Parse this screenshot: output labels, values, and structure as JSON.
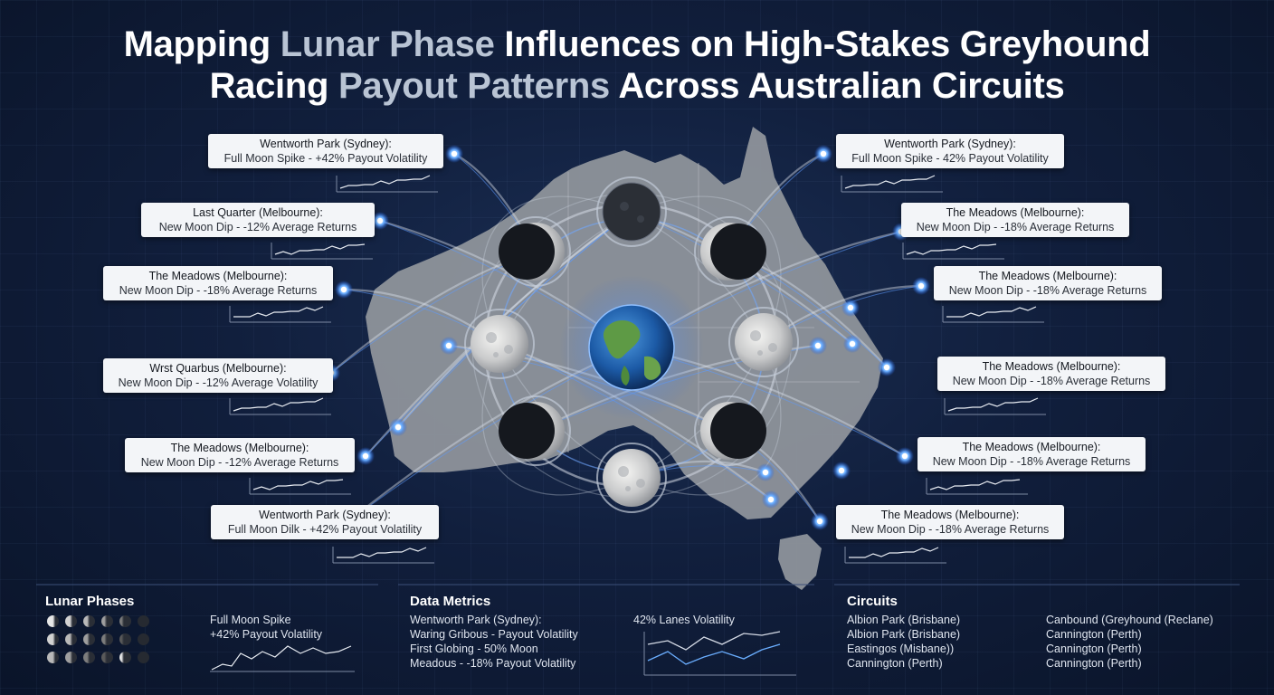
{
  "title": {
    "line1_a": "Mapping ",
    "line1_b": "Lunar Phase",
    "line1_c": " Influences on High-Stakes Greyhound",
    "line2_a": "Racing ",
    "line2_b": "Payout Patterns",
    "line2_c": " Across Australian Circuits"
  },
  "callouts_left": [
    {
      "line1": "Wentworth Park (Sydney):",
      "line2": "Full Moon Spike - +42% Payout Volatility"
    },
    {
      "line1": "Last Quarter (Melbourne):",
      "line2": "New Moon Dip - -12% Average Returns"
    },
    {
      "line1": "The Meadows (Melbourne):",
      "line2": "New Moon Dip - -18% Average Returns"
    },
    {
      "line1": "Wrst Quarbus (Melbourne):",
      "line2": "New Moon Dip - -12% Average Volatility"
    },
    {
      "line1": "The Meadows (Melbourne):",
      "line2": "New Moon Dip - -12% Average Returns"
    },
    {
      "line1": "Wentworth Park (Sydney):",
      "line2": "Full Moon Dilk - +42% Payout Volatility"
    }
  ],
  "callouts_right": [
    {
      "line1": "Wentworth Park (Sydney):",
      "line2": "Full Moon Spike - 42% Payout Volatility"
    },
    {
      "line1": "The Meadows (Melbourne):",
      "line2": "New Moon Dip - -18% Average Returns"
    },
    {
      "line1": "The Meadows (Melbourne):",
      "line2": "New Moon Dip - -18% Average Returns"
    },
    {
      "line1": "The Meadows (Melbourne):",
      "line2": "New Moon Dip - -18% Average Returns"
    },
    {
      "line1": "The Meadows (Melbourne):",
      "line2": "New Moon Dip - -18% Average Returns"
    },
    {
      "line1": "The Meadows (Melbourne):",
      "line2": "New Moon Dip - -18% Average Returns"
    }
  ],
  "legend": {
    "lunar_title": "Lunar Phases",
    "lunar_line1": "Full Moon Spike",
    "lunar_line2": "+42% Payout Volatility",
    "metrics_title": "Data Metrics",
    "metrics_lines": [
      "Wentworth Park (Sydney):",
      "Waring Gribous - Payout Volatility",
      "First Globing - 50% Moon",
      "Meadous - -18% Payout Volatility"
    ],
    "metrics_chart_label": "42% Lanes Volatility",
    "circuits_title": "Circuits",
    "circuits_col1": [
      "Albion Park (Brisbane)",
      "Albion Park (Brisbane)",
      "Eastingos (Misbane))",
      "Cannington (Perth)"
    ],
    "circuits_col2": [
      "Canbound (Greyhound (Reclane)",
      "Cannington (Perth)",
      "Cannington (Perth)",
      "Cannington (Perth)"
    ]
  },
  "colors": {
    "accent": "#4a90ff",
    "map": "#8e939b",
    "panel": "#f3f5f8"
  },
  "icons": {
    "center": "earth-globe-icon",
    "moons": "moon-phase-icon",
    "nodes": "glowing-node-icon"
  }
}
